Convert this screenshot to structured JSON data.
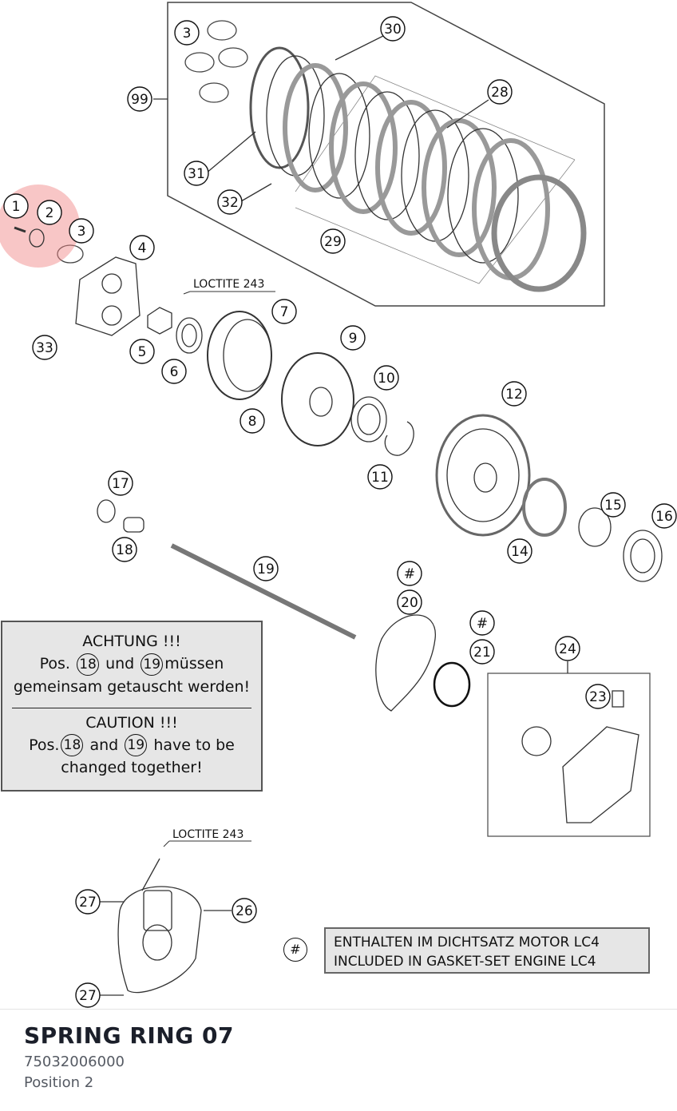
{
  "diagram": {
    "callouts": [
      "1",
      "2",
      "3",
      "3",
      "4",
      "5",
      "6",
      "7",
      "8",
      "9",
      "10",
      "11",
      "12",
      "14",
      "15",
      "16",
      "17",
      "18",
      "19",
      "20",
      "21",
      "23",
      "24",
      "26",
      "27",
      "27",
      "28",
      "29",
      "30",
      "31",
      "32",
      "33",
      "99",
      "#",
      "#"
    ],
    "loctite_top": "LOCTITE 243",
    "loctite_bottom": "LOCTITE 243",
    "highlight_color": "#f08080"
  },
  "notice": {
    "de_title": "ACHTUNG !!!",
    "de_pos": "Pos.",
    "de_ref1": "18",
    "de_und": "und",
    "de_ref2": "19",
    "de_line1_end": "müssen",
    "de_line2": "gemeinsam getauscht werden!",
    "en_title": "CAUTION !!!",
    "en_pos": "Pos.",
    "en_ref1": "18",
    "en_and": "and",
    "en_ref2": "19",
    "en_line1_end": "have to be",
    "en_line2": "changed together!"
  },
  "gasket": {
    "symbol": "#",
    "line1": "ENTHALTEN IM DICHTSATZ MOTOR LC4",
    "line2": "INCLUDED IN GASKET-SET ENGINE LC4"
  },
  "part": {
    "name": "SPRING RING 07",
    "number": "75032006000",
    "position": "Position 2"
  }
}
